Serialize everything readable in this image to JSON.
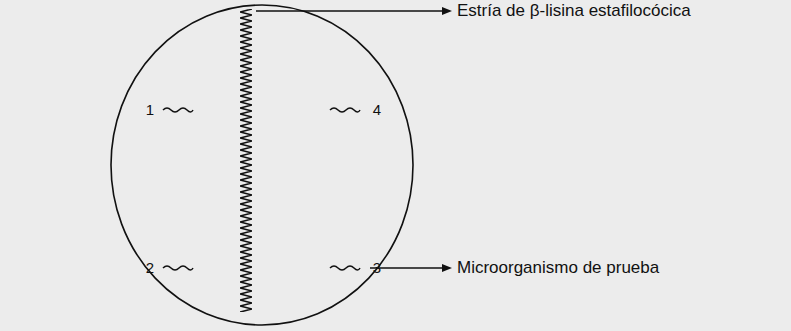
{
  "diagram": {
    "labels": [
      "Estría de β-lisina estafilocócica",
      "1",
      "4",
      "2",
      "3",
      "Microorganismo de prueba"
    ]
  }
}
